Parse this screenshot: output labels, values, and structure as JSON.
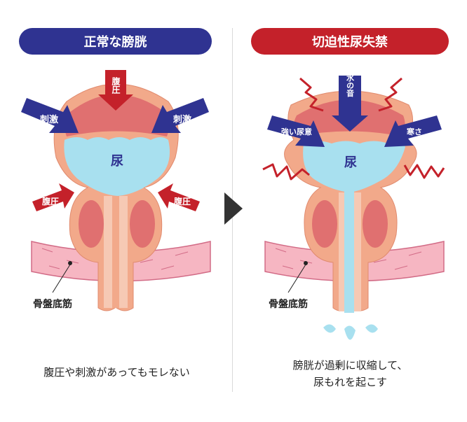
{
  "left": {
    "title": "正常な膀胱",
    "label_urine": "尿",
    "label_pressure_top": "腹圧",
    "label_stim_left": "刺激",
    "label_stim_right": "刺激",
    "label_pressure_left": "腹圧",
    "label_pressure_right": "腹圧",
    "label_muscle": "骨盤底筋",
    "caption": "腹圧や刺激があってもモレない"
  },
  "right": {
    "title": "切迫性尿失禁",
    "label_urine": "尿",
    "label_water_sound": "水の音",
    "label_urge": "強い尿意",
    "label_cold": "寒さ",
    "label_muscle": "骨盤底筋",
    "caption_line1": "膀胱が過剰に収縮して、",
    "caption_line2": "尿もれを起こす"
  },
  "colors": {
    "navy": "#2f3391",
    "red": "#c4212a",
    "bladder_outer": "#f2a98a",
    "bladder_wall": "#e07070",
    "urine": "#a8e0ef",
    "muscle": "#f6b6c2",
    "muscle_line": "#d26b86"
  }
}
